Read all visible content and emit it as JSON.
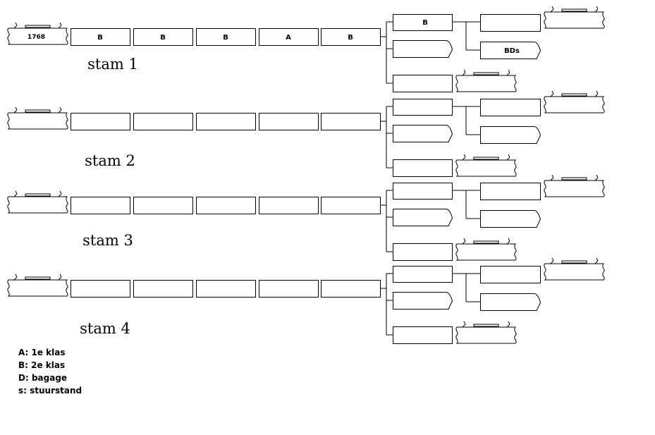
{
  "stems": [
    {
      "label": "stam 1",
      "loco": "1768",
      "cars": [
        "B",
        "B",
        "B",
        "A",
        "B"
      ],
      "branch_cars": [
        "B",
        "",
        ""
      ],
      "sub_cars": [
        "",
        "BDs"
      ]
    },
    {
      "label": "stam 2",
      "loco": "",
      "cars": [
        "",
        "",
        "",
        "",
        ""
      ],
      "branch_cars": [
        "",
        "",
        ""
      ],
      "sub_cars": [
        "",
        ""
      ]
    },
    {
      "label": "stam 3",
      "loco": "",
      "cars": [
        "",
        "",
        "",
        "",
        ""
      ],
      "branch_cars": [
        "",
        "",
        ""
      ],
      "sub_cars": [
        "",
        ""
      ]
    },
    {
      "label": "stam 4",
      "loco": "",
      "cars": [
        "",
        "",
        "",
        "",
        ""
      ],
      "branch_cars": [
        "",
        "",
        ""
      ],
      "sub_cars": [
        "",
        ""
      ]
    }
  ],
  "legend": [
    "A: 1e klas",
    "B: 2e klas",
    "D: bagage",
    "s: stuurstand"
  ]
}
